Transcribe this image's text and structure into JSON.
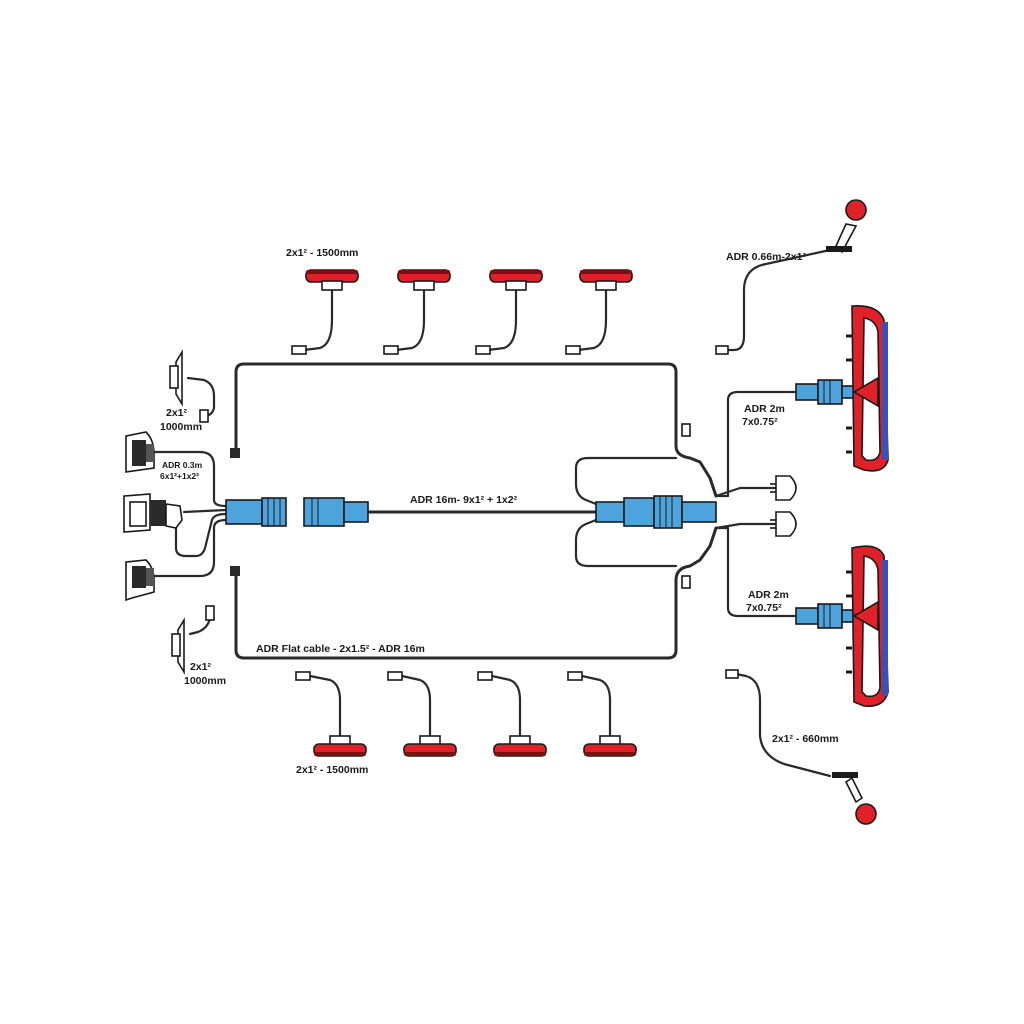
{
  "labels": {
    "top_marker_cable": "2x1² - 1500mm",
    "bottom_marker_cable": "2x1² - 1500mm",
    "top_left_lamp_cable_line1": "2x1²",
    "top_left_lamp_cable_line2": "1000mm",
    "bottom_left_lamp_cable_line1": "2x1²",
    "bottom_left_lamp_cable_line2": "1000mm",
    "socket_adapter_line1": "ADR 0.3m",
    "socket_adapter_line2": "6x1²+1x2²",
    "main_cable": "ADR 16m- 9x1² + 1x2²",
    "flat_cable": "ADR Flat cable - 2x1.5² - ADR 16m",
    "top_right_stalk_cable": "ADR 0.66m-2x1²",
    "bottom_right_stalk_cable": "2x1² - 660mm",
    "top_tail_cable_line1": "ADR 2m",
    "top_tail_cable_line2": "7x0.75²",
    "bottom_tail_cable_line1": "ADR 2m",
    "bottom_tail_cable_line2": "7x0.75²"
  },
  "colors": {
    "wire": "#2a2a2a",
    "lamp_red": "#e0212a",
    "lamp_blue": "#3b4fb8",
    "connector_blue": "#4da3dc"
  }
}
